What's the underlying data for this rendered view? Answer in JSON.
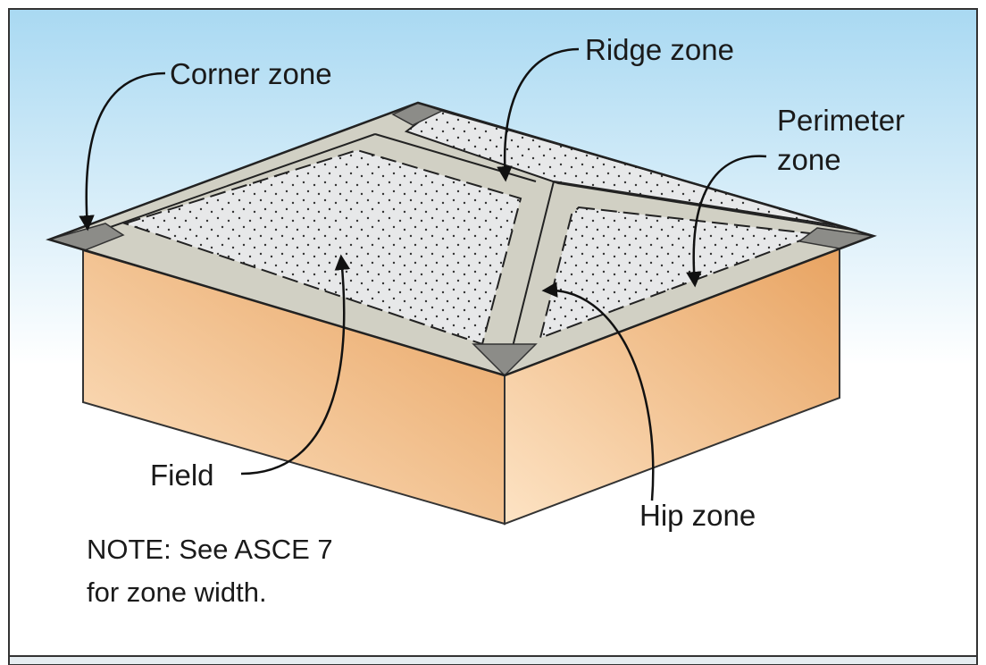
{
  "labels": {
    "corner_zone": "Corner zone",
    "ridge_zone": "Ridge zone",
    "perimeter_zone_line1": "Perimeter",
    "perimeter_zone_line2": "zone",
    "field": "Field",
    "hip_zone": "Hip zone"
  },
  "note": {
    "line1": "NOTE: See ASCE 7",
    "line2": "for zone width."
  },
  "colors": {
    "sky_top": "#a9d9f2",
    "sky_bottom": "#ffffff",
    "wall_light": "#fde3c4",
    "wall_dark": "#e8a361",
    "zone_band": "#d1d0c4",
    "corner_zone": "#8c8c88",
    "field": "#e7e8e9",
    "outline": "#222222"
  }
}
